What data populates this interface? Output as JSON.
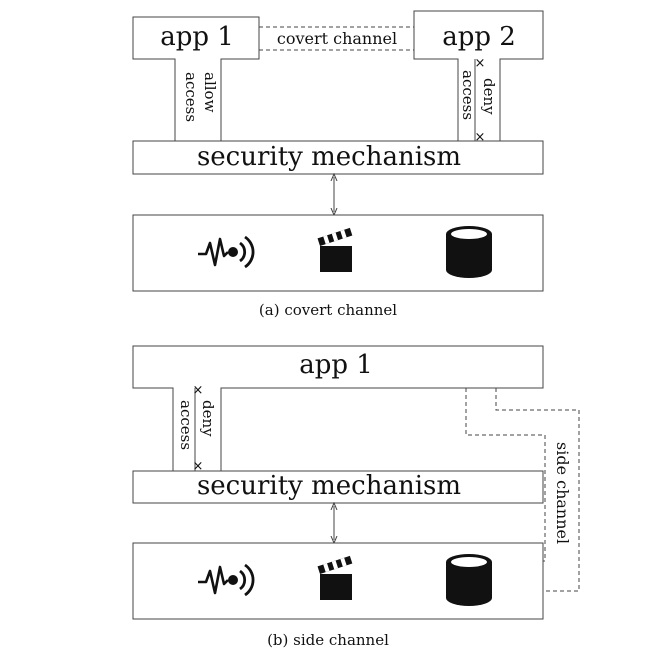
{
  "panel_a": {
    "app1_label": "app 1",
    "app2_label": "app 2",
    "covert_label": "covert channel",
    "allow_label_1": "allow",
    "allow_label_2": "access",
    "deny_label_1": "deny",
    "deny_label_2": "access",
    "deny_mark_top": "×",
    "deny_mark_bottom": "×",
    "security_label": "security mechanism",
    "caption": "(a) covert channel",
    "icons": [
      "sensor-icon",
      "clapperboard-icon",
      "database-icon"
    ]
  },
  "panel_b": {
    "app1_label": "app 1",
    "deny_label_1": "deny",
    "deny_label_2": "access",
    "deny_mark_top": "×",
    "deny_mark_bottom": "×",
    "security_label": "security mechanism",
    "side_label": "side channel",
    "caption": "(b) side channel",
    "icons": [
      "sensor-icon",
      "clapperboard-icon",
      "database-icon"
    ]
  }
}
